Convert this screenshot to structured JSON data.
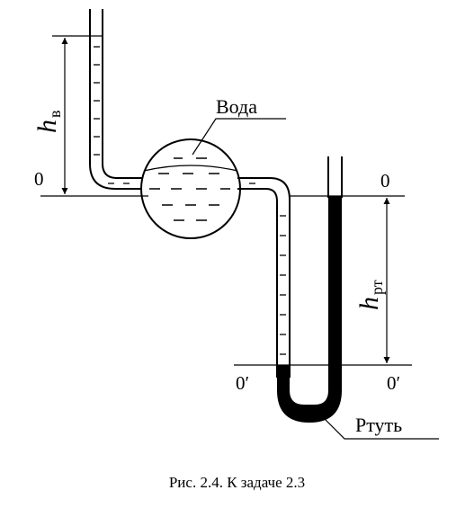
{
  "labels": {
    "h_w_main": "h",
    "h_w_sub": "в",
    "water": "Вода",
    "zero_left": "0",
    "zero_right": "0",
    "h_hg_main": "h",
    "h_hg_sub": "рт",
    "zero_prime_left": "0′",
    "zero_prime_right": "0′",
    "mercury": "Ртуть"
  },
  "caption": "Рис. 2.4. К задаче 2.3"
}
